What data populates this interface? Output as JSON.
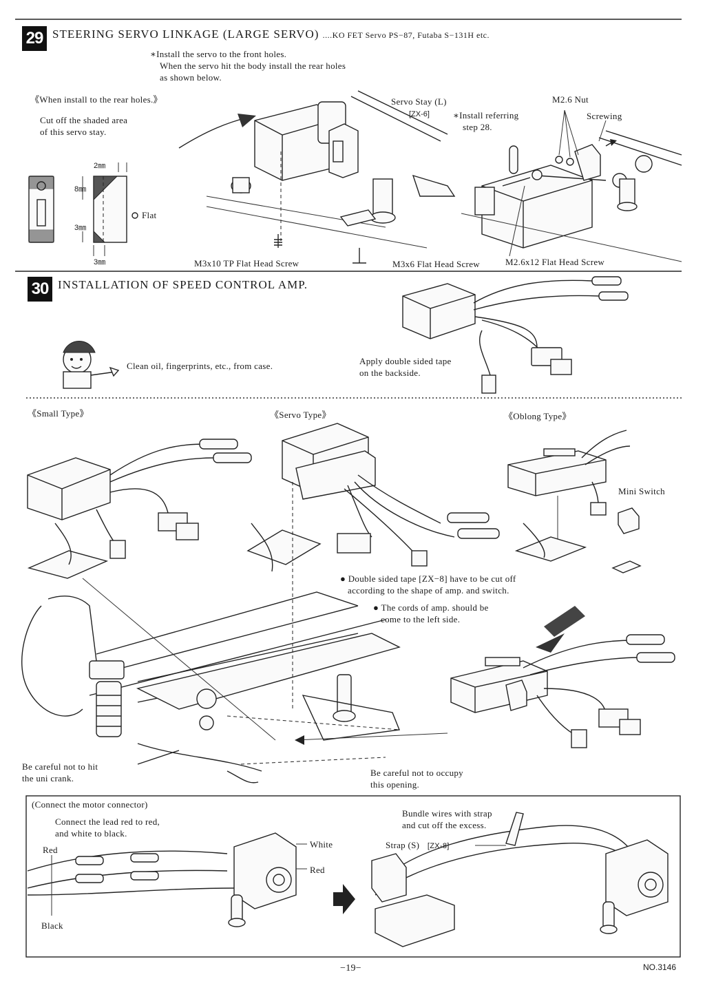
{
  "step29": {
    "number": "29",
    "title": "STEERING SERVO LINKAGE (LARGE SERVO)",
    "title_suffix": "....KO FET Servo PS−87, Futaba S−131H etc.",
    "note_lines": [
      "∗Install the servo to the front holes.",
      "When the servo hit the body install the rear holes",
      "as shown below."
    ],
    "rear_holes_label": "《When install to the rear holes.》",
    "cut_lines": [
      "Cut off the shaded area",
      "of this servo stay."
    ],
    "dim_2mm": "2㎜",
    "dim_8mm": "8㎜",
    "dim_3mm_a": "3㎜",
    "dim_3mm_b": "3㎜",
    "flat_label": "Flat",
    "servo_stay_label": "Servo Stay (L)",
    "servo_stay_code": "[ZX-6]",
    "install_ref_lines": [
      "∗Install referring",
      "step 28."
    ],
    "nut_label": "M2.6 Nut",
    "screwing_label": "Screwing",
    "screw_a": "M3x10 TP Flat Head Screw",
    "screw_b": "M3x6 Flat Head Screw",
    "screw_c": "M2.6x12 Flat Head Screw"
  },
  "step30": {
    "number": "30",
    "title": "INSTALLATION OF SPEED CONTROL AMP.",
    "clean_note": "Clean oil, fingerprints, etc., from case.",
    "tape_lines": [
      "Apply double sided tape",
      "on the backside."
    ],
    "small_type": "《Small Type》",
    "servo_type": "《Servo Type》",
    "oblong_type": "《Oblong Type》",
    "mini_switch": "Mini Switch",
    "note_tape_lines": [
      "Double sided tape [ZX−8] have to be cut off",
      "according to the shape of amp. and switch."
    ],
    "note_cords_lines": [
      "The cords of amp. should be",
      "come to the left side."
    ],
    "careful_crank_lines": [
      "Be careful not to hit",
      "the uni crank."
    ],
    "careful_opening_lines": [
      "Be careful not to occupy",
      "this opening."
    ]
  },
  "motor_box": {
    "title": "(Connect the motor connector)",
    "lead_lines": [
      "Connect the lead red to red,",
      "and white to black."
    ],
    "red_left": "Red",
    "black_left": "Black",
    "white_label": "White",
    "red_right": "Red",
    "bundle_lines": [
      "Bundle wires with strap",
      "and cut off the excess."
    ],
    "strap_label": "Strap (S)",
    "strap_code": "[ZX-8]"
  },
  "footer": {
    "page_number": "−19−",
    "doc_number": "NO.3146"
  }
}
